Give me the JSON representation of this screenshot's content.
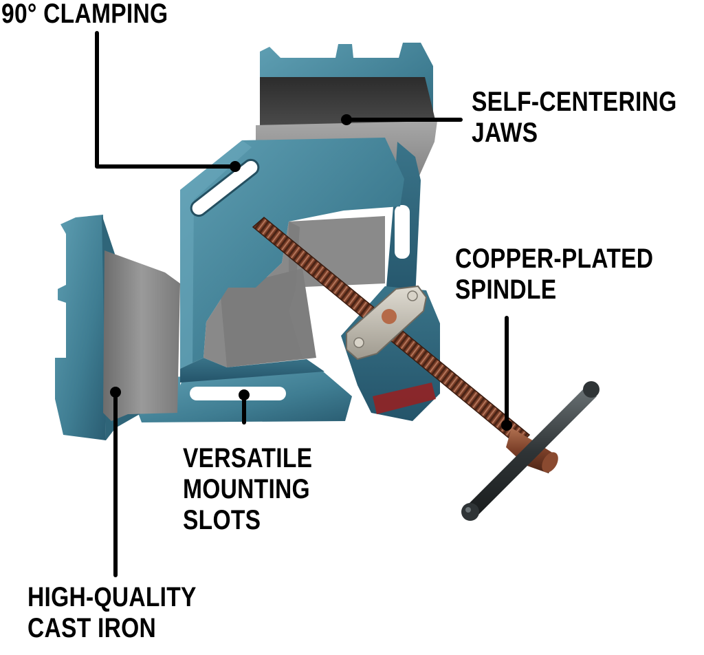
{
  "labels": {
    "clamping": [
      "90° CLAMPING"
    ],
    "jaws": [
      "SELF-CENTERING",
      "JAWS"
    ],
    "spindle": [
      "COPPER-PLATED",
      "SPINDLE"
    ],
    "slots": [
      "VERSATILE",
      "MOUNTING",
      "SLOTS"
    ],
    "cast_iron": [
      "HIGH-QUALITY",
      "CAST IRON"
    ]
  },
  "colors": {
    "background": "#ffffff",
    "text": "#000000",
    "leader_line": "#000000",
    "cast_iron_blue": "#3f7d92",
    "cast_iron_blue_light": "#5f9fb3",
    "cast_iron_blue_dark": "#24546a",
    "jaw_steel": "#7c7c7c",
    "jaw_steel_light": "#a9a9a9",
    "jaw_face_dark": "#303030",
    "copper": "#7b3f28",
    "copper_light": "#b07050",
    "handle": "#2f3436",
    "pad_metal": "#c9c4b9",
    "brand_red": "#9a1f1f"
  }
}
